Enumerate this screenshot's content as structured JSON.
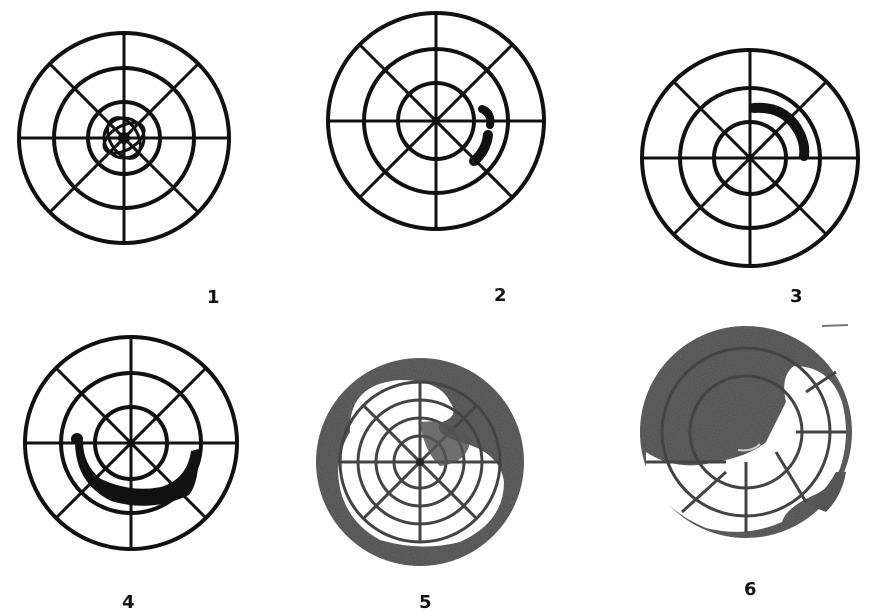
{
  "figure": {
    "panels": [
      {
        "label": "1",
        "defect": "none"
      },
      {
        "label": "2",
        "defect": "small-arc-spots"
      },
      {
        "label": "3",
        "defect": "upper-arc"
      },
      {
        "label": "4",
        "defect": "lower-crescent"
      },
      {
        "label": "5",
        "defect": "large-diffuse-shading"
      },
      {
        "label": "6",
        "defect": "extensive-shading"
      }
    ]
  },
  "colors": {
    "ink": "#111111",
    "shade": "#555555",
    "paper": "#ffffff"
  }
}
